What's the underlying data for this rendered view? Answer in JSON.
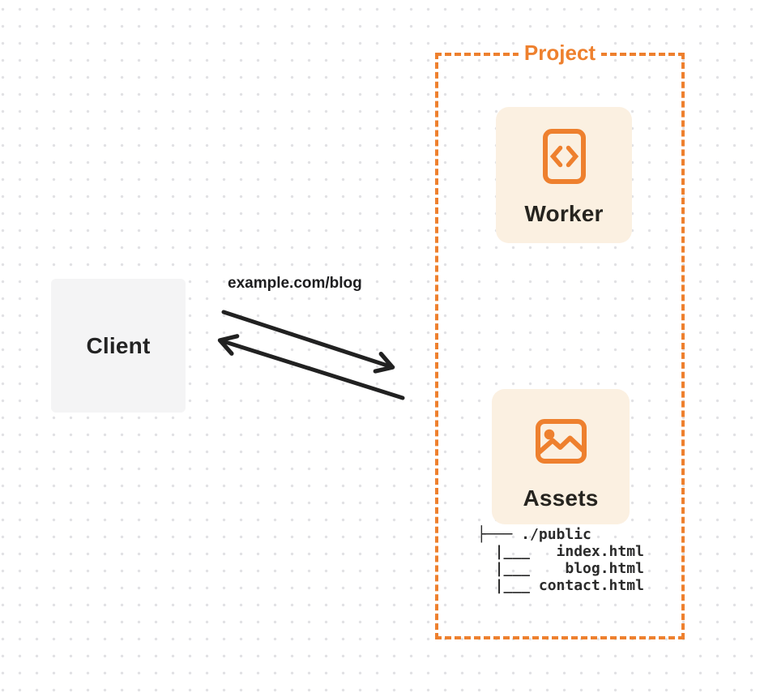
{
  "colors": {
    "accent": "#EE802E",
    "cardBg": "#FBF0E1",
    "clientBg": "#F4F4F5",
    "ink": "#232323",
    "arrowInk": "#212121",
    "dot": "#E1E1E4",
    "treeInk": "#2B2B2B"
  },
  "client": {
    "label": "Client"
  },
  "request": {
    "label": "example.com/blog"
  },
  "project": {
    "label": "Project",
    "worker": {
      "label": "Worker",
      "icon": "code-document-icon"
    },
    "assets": {
      "label": "Assets",
      "icon": "image-icon",
      "file_tree": "├─── ./public\n  |___   index.html\n  |___    blog.html\n  |___ contact.html"
    }
  }
}
